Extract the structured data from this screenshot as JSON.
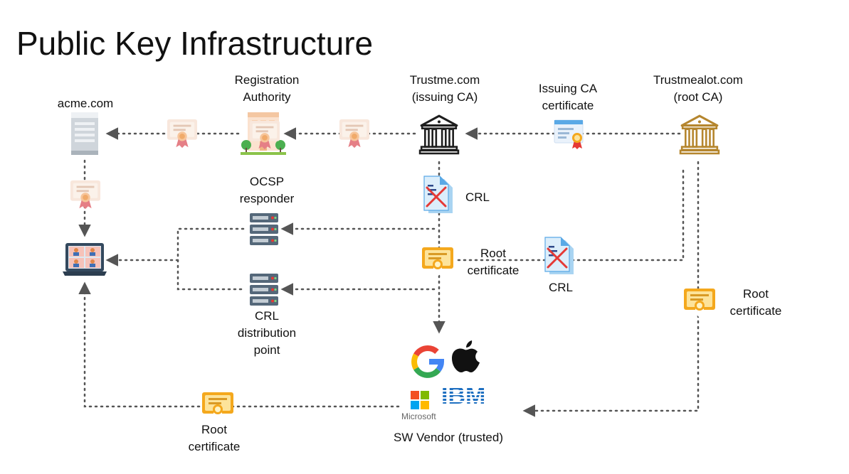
{
  "title": "Public Key Infrastructure",
  "nodes": {
    "acme": "acme.com",
    "ra": [
      "Registration",
      "Authority"
    ],
    "issuing_ca": [
      "Trustme.com",
      "(issuing CA)"
    ],
    "issuing_ca_cert": [
      "Issuing CA",
      "certificate"
    ],
    "root_ca": [
      "Trustmealot.com",
      "(root CA)"
    ],
    "ocsp": [
      "OCSP",
      "responder"
    ],
    "crl_top": "CRL",
    "root_cert_mid": [
      "Root",
      "certificate"
    ],
    "crl_mid": "CRL",
    "root_cert_right": [
      "Root",
      "certificate"
    ],
    "crl_dp": [
      "CRL",
      "distribution",
      "point"
    ],
    "sw_vendor": "SW Vendor (trusted)",
    "root_cert_bottom": [
      "Root",
      "certificate"
    ]
  },
  "vendors": {
    "google": "G",
    "microsoft": "Microsoft",
    "ibm": "IBM"
  },
  "colors": {
    "arrow": "#555555",
    "gold": "#f4a81d",
    "gold_light": "#fde39a",
    "crl_blue": "#5aa9e6",
    "crl_red": "#e53935",
    "server_blue": "#4a5a6a",
    "root_ca_brown": "#b5862e",
    "ibm_blue": "#1f70c1"
  },
  "icons": {
    "acme": "server-tower-icon",
    "ra": "office-building-icon",
    "issuing_ca": "bank-building-icon",
    "root_ca": "bank-building-icon",
    "client": "laptop-video-conference-icon",
    "ocsp": "server-rack-icon",
    "crl_dp": "server-rack-icon"
  }
}
